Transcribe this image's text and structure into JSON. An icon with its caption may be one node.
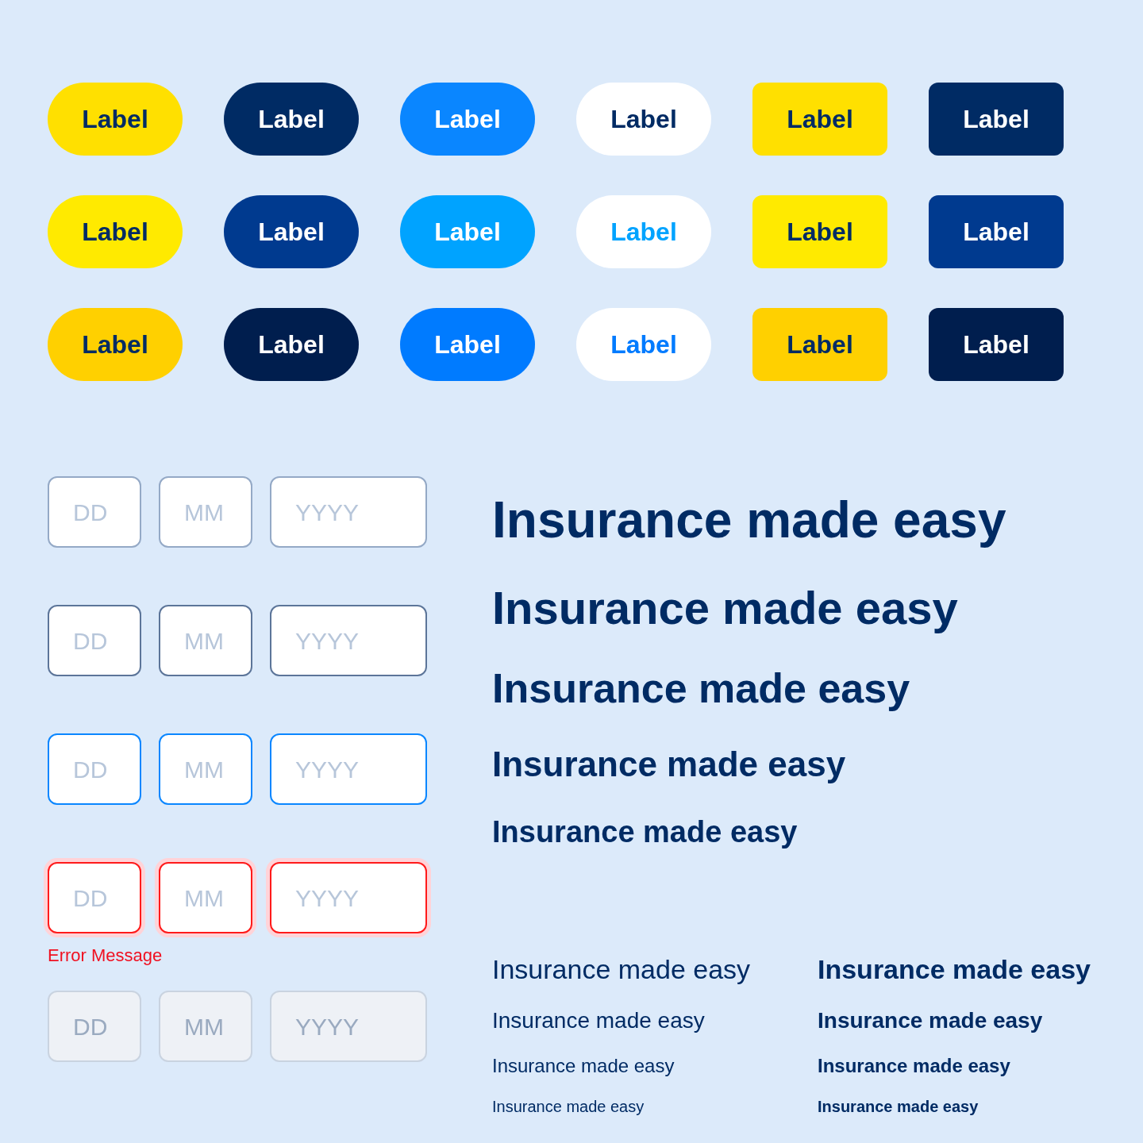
{
  "diagram": {
    "nodes": [
      {
        "text": [
          "Label"
        ]
      },
      {
        "text": [
          "Label"
        ]
      },
      {
        "text": [
          "Label"
        ]
      },
      {
        "text": [
          "Label"
        ]
      },
      {
        "text": [
          "Label"
        ]
      },
      {
        "text": [
          "Label"
        ]
      },
      {
        "text": [
          "Label"
        ]
      },
      {
        "text": [
          "Label"
        ]
      },
      {
        "text": [
          "Label"
        ]
      },
      {
        "text": [
          "Label"
        ]
      },
      {
        "text": [
          "Label"
        ]
      },
      {
        "text": [
          "Label"
        ]
      },
      {
        "text": [
          "Label"
        ]
      },
      {
        "text": [
          "Label"
        ]
      },
      {
        "text": [
          "Label"
        ]
      },
      {
        "text": [
          "Label"
        ]
      },
      {
        "text": [
          "Label"
        ]
      },
      {
        "text": [
          "Label"
        ]
      },
      {
        "text": [
          "DD"
        ]
      },
      {
        "text": [
          "MM"
        ]
      },
      {
        "text": [
          "YYYY"
        ]
      },
      {
        "text": [
          "DD"
        ]
      },
      {
        "text": [
          "MM"
        ]
      },
      {
        "text": [
          "YYYY"
        ]
      },
      {
        "text": [
          "DD"
        ]
      },
      {
        "text": [
          "MM"
        ]
      },
      {
        "text": [
          "YYYY"
        ]
      },
      {
        "text": [
          "DD"
        ]
      },
      {
        "text": [
          "MM"
        ]
      },
      {
        "text": [
          "YYYY"
        ]
      },
      {
        "text": [
          "DD"
        ]
      },
      {
        "text": [
          "MM"
        ]
      },
      {
        "text": [
          "YYYY"
        ]
      }
    ],
    "labels": [
      "Error Message",
      "Insurance made easy",
      "Insurance made easy",
      "Insurance made easy",
      "Insurance made easy",
      "Insurance made easy",
      "Insurance made easy",
      "Insurance made easy",
      "Insurance made easy",
      "Insurance made easy",
      "Insurance made easy",
      "Insurance made easy",
      "Insurance made easy",
      "Insurance made easy"
    ]
  }
}
